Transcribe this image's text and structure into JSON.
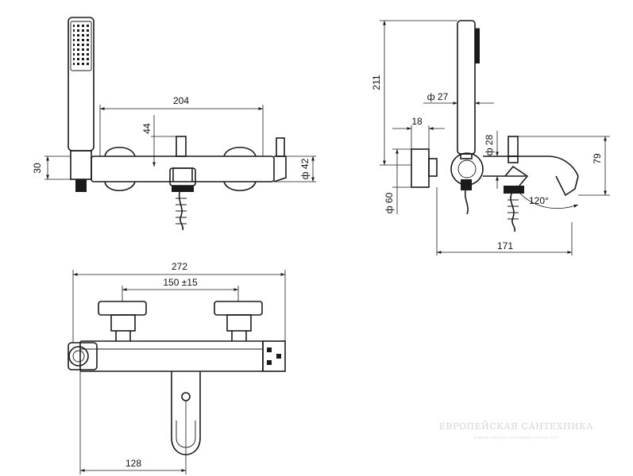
{
  "dimensions": {
    "front": {
      "width": "204",
      "lever_height": "44",
      "hand_shower_offset": "30",
      "body_diameter": "ф 42"
    },
    "side": {
      "total_height": "211",
      "hand_shower_diameter": "ф 27",
      "wall_depth": "18",
      "rosette_diameter": "ф 60",
      "spout_diameter": "ф 28",
      "spout_height": "79",
      "spout_angle": "120°",
      "projection": "171"
    },
    "top": {
      "overall_width": "272",
      "centers": "150 ±15",
      "spout_offset": "128"
    }
  },
  "watermark": {
    "title": "ЕВРОПЕЙСКАЯ САНТЕХНИКА",
    "subtitle": "КАМЕНЬ • ПЛИТКА • ОТОПЛЕНИЕ • САУНЫ • СПА"
  }
}
